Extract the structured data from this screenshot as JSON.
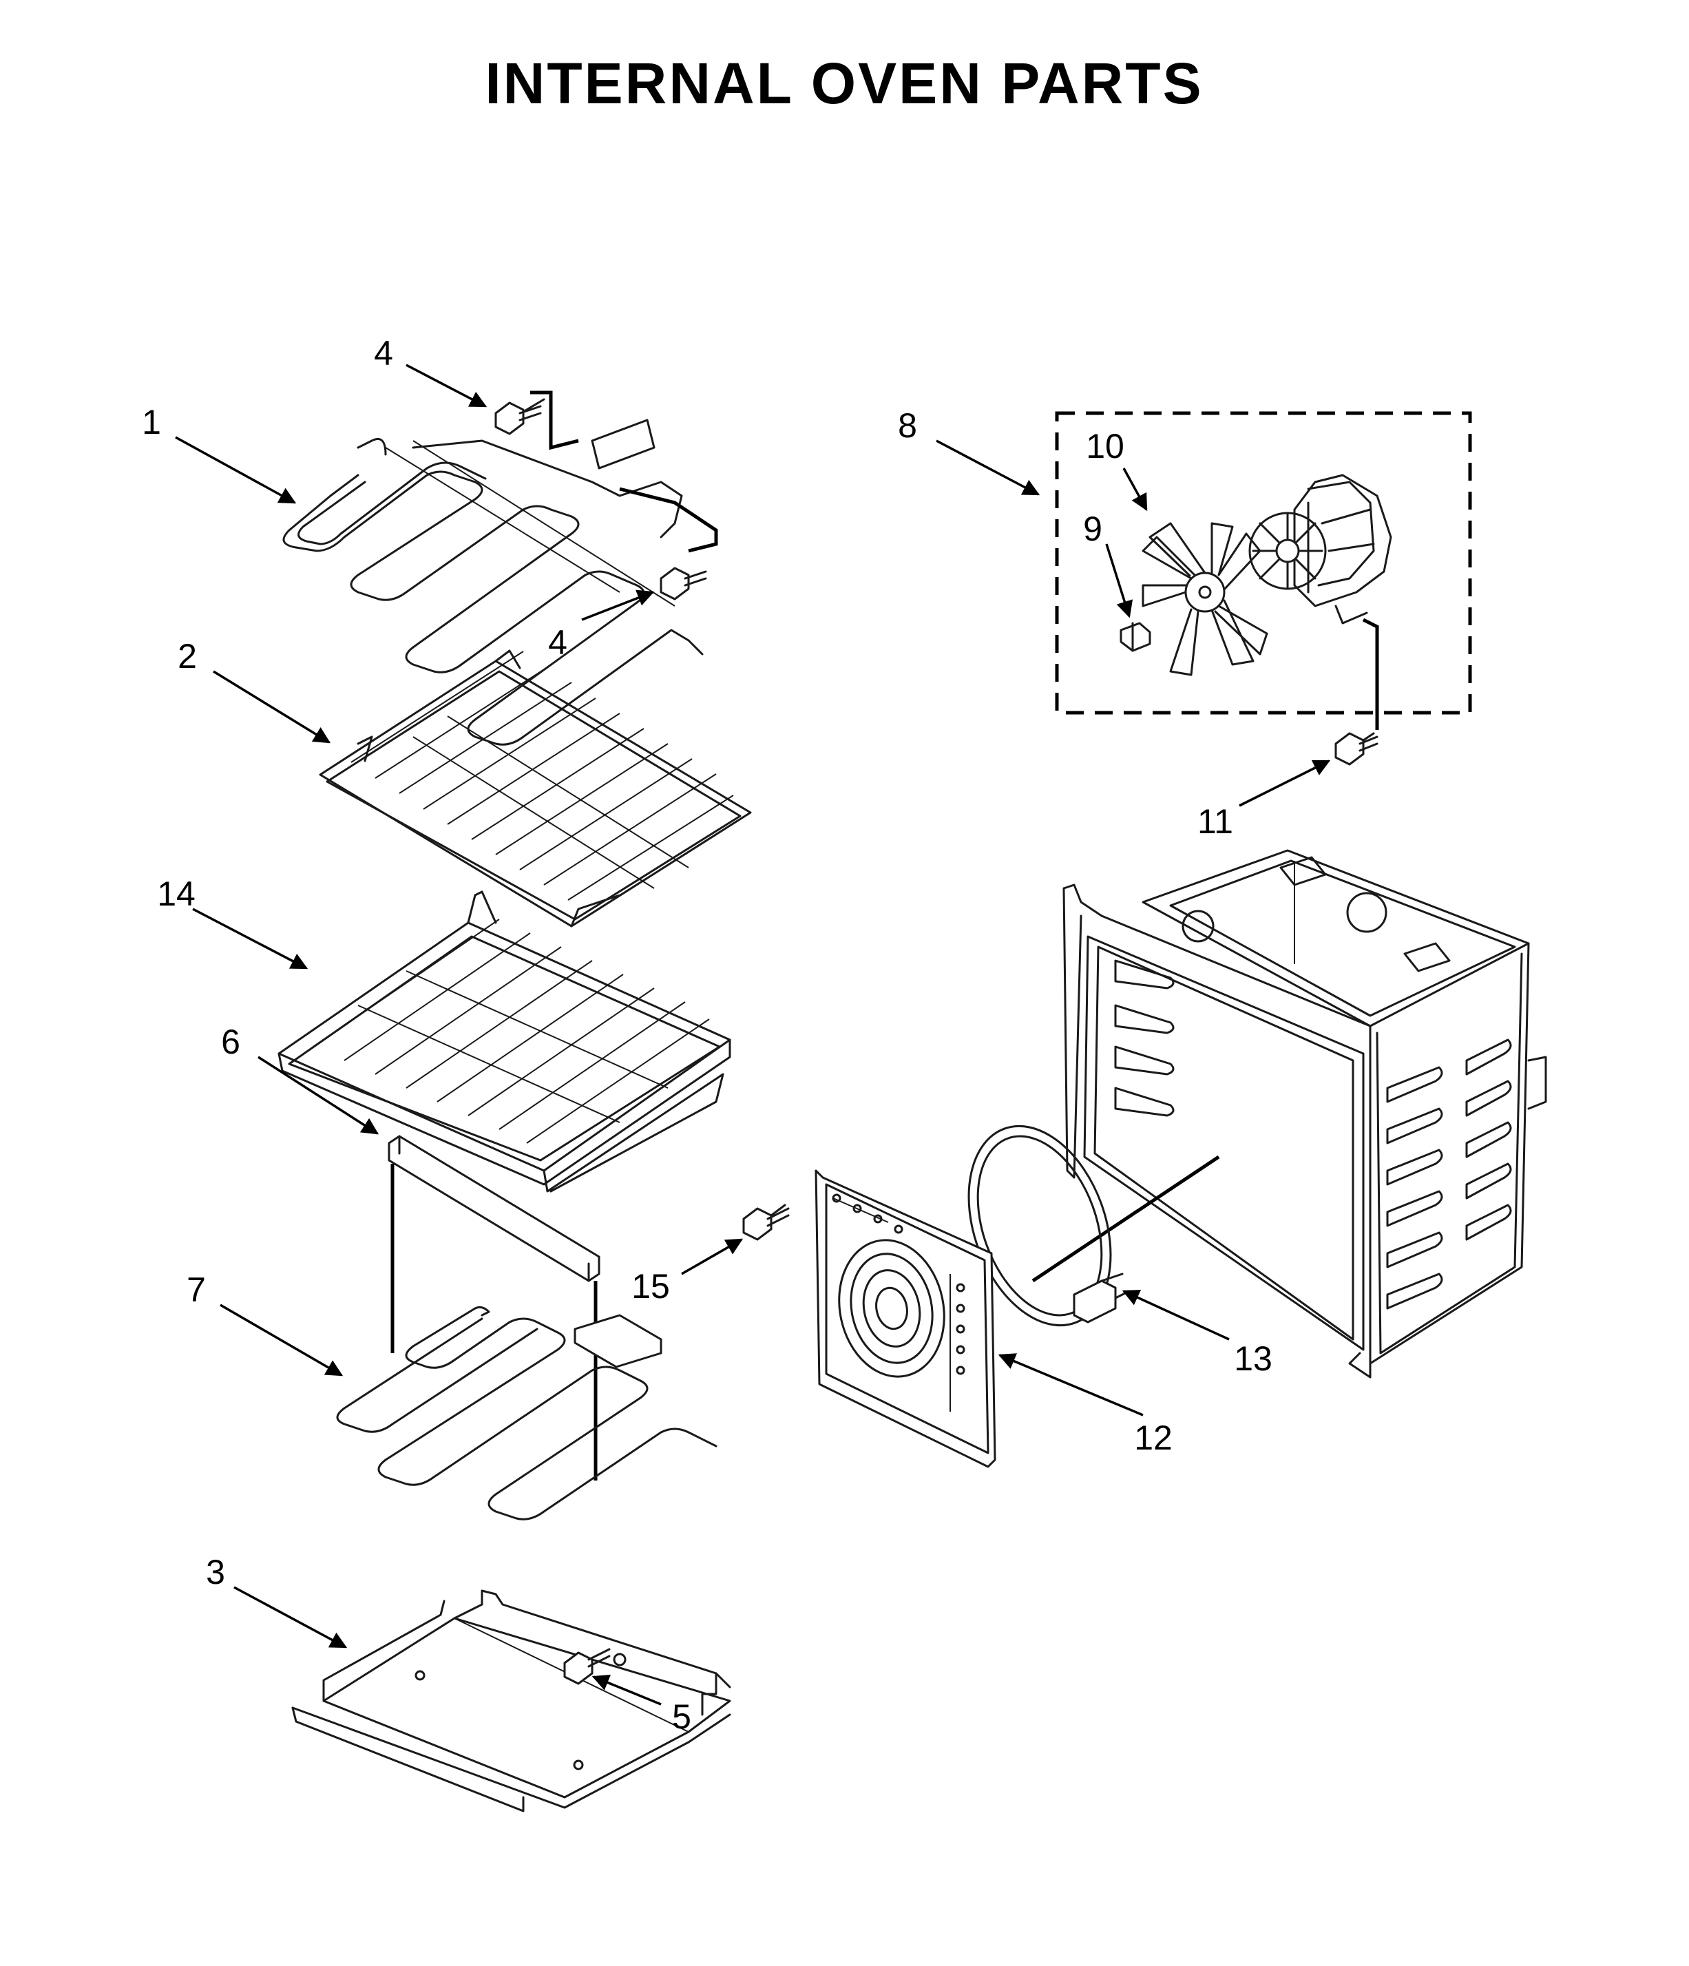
{
  "title": "INTERNAL OVEN PARTS",
  "callouts": {
    "c1": "1",
    "c2": "2",
    "c3": "3",
    "c4a": "4",
    "c4b": "4",
    "c5": "5",
    "c6": "6",
    "c7": "7",
    "c8": "8",
    "c9": "9",
    "c10": "10",
    "c11": "11",
    "c12": "12",
    "c13": "13",
    "c14": "14",
    "c15": "15"
  }
}
